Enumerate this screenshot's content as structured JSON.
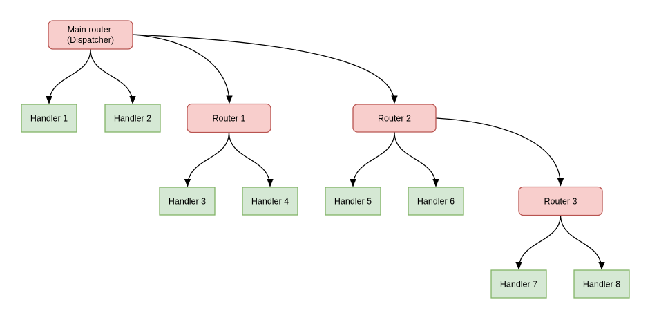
{
  "diagram": {
    "nodes": {
      "main_router": {
        "type": "router",
        "lines": [
          "Main router",
          "(Dispatcher)"
        ]
      },
      "handler_1": {
        "type": "handler",
        "label": "Handler 1"
      },
      "handler_2": {
        "type": "handler",
        "label": "Handler 2"
      },
      "router_1": {
        "type": "router",
        "label": "Router 1"
      },
      "router_2": {
        "type": "router",
        "label": "Router 2"
      },
      "handler_3": {
        "type": "handler",
        "label": "Handler 3"
      },
      "handler_4": {
        "type": "handler",
        "label": "Handler 4"
      },
      "handler_5": {
        "type": "handler",
        "label": "Handler 5"
      },
      "handler_6": {
        "type": "handler",
        "label": "Handler 6"
      },
      "router_3": {
        "type": "router",
        "label": "Router 3"
      },
      "handler_7": {
        "type": "handler",
        "label": "Handler 7"
      },
      "handler_8": {
        "type": "handler",
        "label": "Handler 8"
      }
    },
    "edges": [
      {
        "from": "main_router",
        "to": "handler_1"
      },
      {
        "from": "main_router",
        "to": "handler_2"
      },
      {
        "from": "main_router",
        "to": "router_1"
      },
      {
        "from": "main_router",
        "to": "router_2"
      },
      {
        "from": "router_1",
        "to": "handler_3"
      },
      {
        "from": "router_1",
        "to": "handler_4"
      },
      {
        "from": "router_2",
        "to": "handler_5"
      },
      {
        "from": "router_2",
        "to": "handler_6"
      },
      {
        "from": "router_2",
        "to": "router_3"
      },
      {
        "from": "router_3",
        "to": "handler_7"
      },
      {
        "from": "router_3",
        "to": "handler_8"
      }
    ]
  },
  "colors": {
    "background": "#ffffff",
    "text": "#000000",
    "edge": "#000000",
    "router-fill": "#f8cecc",
    "router-stroke": "#b85450",
    "handler-fill": "#d5e8d4",
    "handler-stroke": "#82b366"
  }
}
